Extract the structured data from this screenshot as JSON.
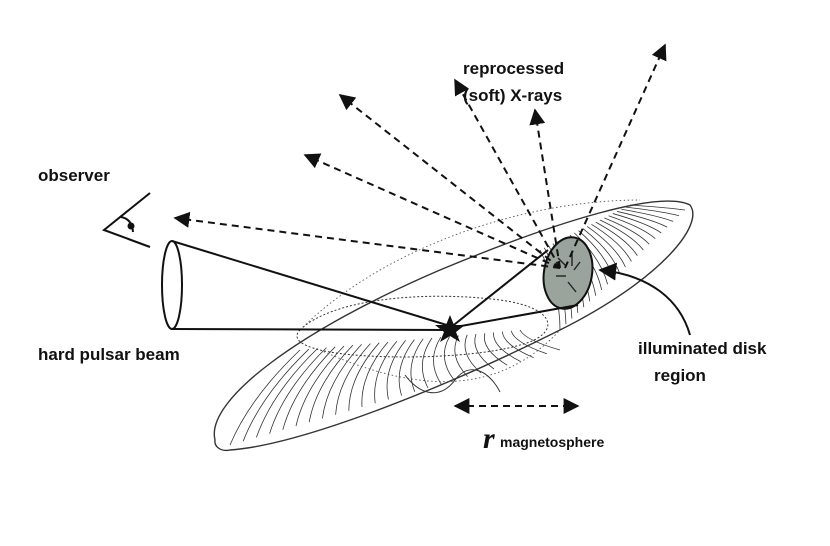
{
  "labels": {
    "observer": "observer",
    "reprocessed_line1": "reprocessed",
    "reprocessed_line2": "(soft) X-rays",
    "hard_beam": "hard pulsar beam",
    "illuminated_line1": "illuminated disk",
    "illuminated_line2": "region",
    "r_symbol": "r",
    "r_subscript": "magnetosphere"
  },
  "colors": {
    "ink": "#111111",
    "spot_fill": "#9aa39c",
    "disk_lines": "#333333"
  }
}
